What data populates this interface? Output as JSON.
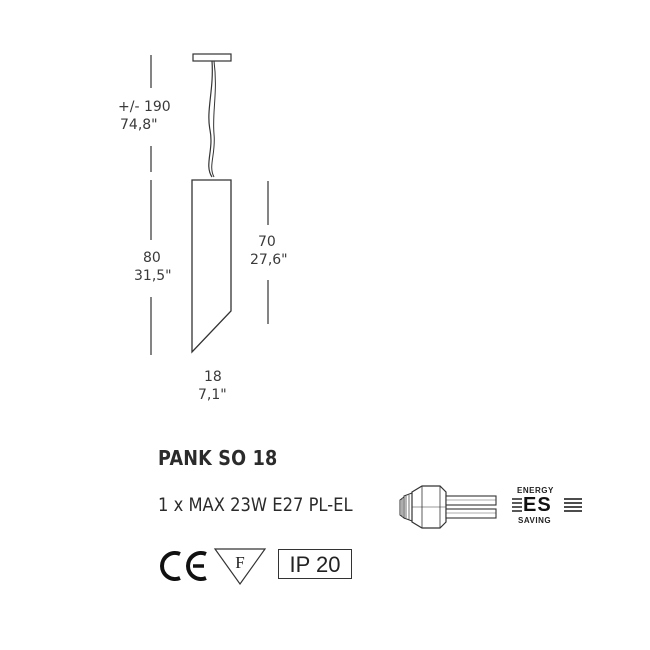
{
  "dimensions": {
    "cable_length_cm": "+/- 190",
    "cable_length_in": "74,8\"",
    "total_height_cm": "80",
    "total_height_in": "31,5\"",
    "shade_height_cm": "70",
    "shade_height_in": "27,6\"",
    "diameter_cm": "18",
    "diameter_in": "7,1\""
  },
  "product": {
    "name": "PANK SO 18",
    "spec": "1 x MAX 23W E27 PL-EL"
  },
  "badges": {
    "ce": "CE",
    "f_mark": "F",
    "ip_rating": "IP 20",
    "energy_top": "ENERGY",
    "energy_mid": "ES",
    "energy_bottom": "SAVING"
  },
  "colors": {
    "line": "#333333",
    "text": "#2b2b2b"
  }
}
